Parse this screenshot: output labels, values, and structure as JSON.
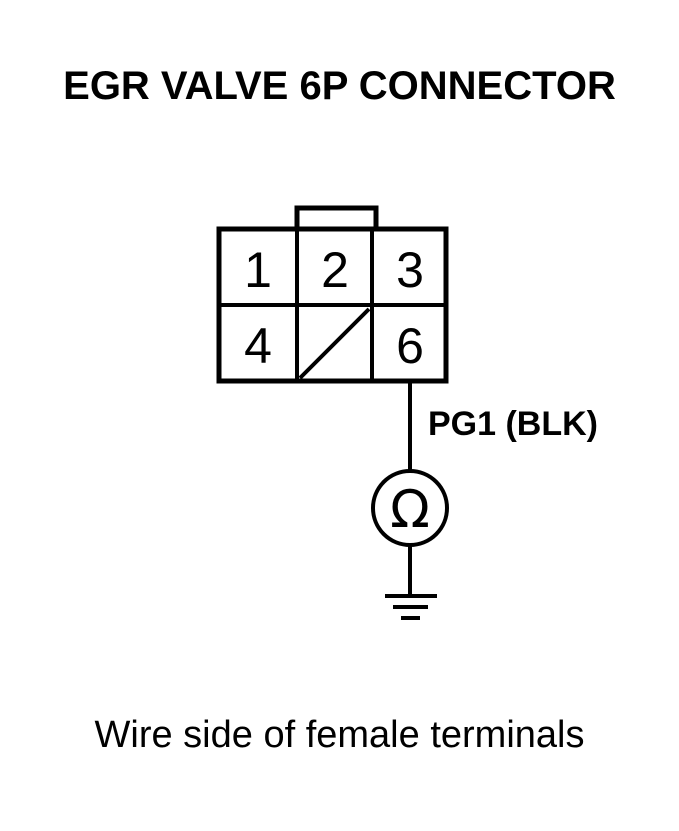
{
  "title": "EGR VALVE 6P CONNECTOR",
  "caption": "Wire side of female terminals",
  "connector": {
    "pins_row1": [
      "1",
      "2",
      "3"
    ],
    "pins_row2": [
      "4",
      "",
      "6"
    ],
    "blocked_pin_icon": "diagonal-slash-icon"
  },
  "wire_label": "PG1 (BLK)",
  "meter_symbol": "Ω",
  "meter_icon": "ohmmeter-icon",
  "ground_icon": "ground-symbol-icon"
}
